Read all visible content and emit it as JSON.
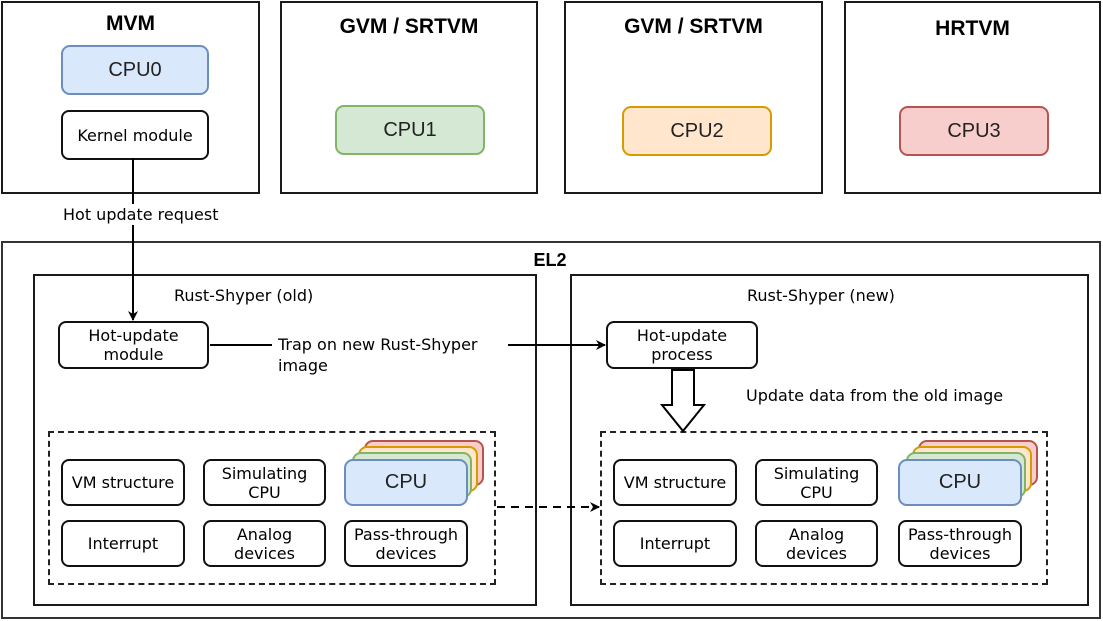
{
  "vms": [
    {
      "title": "MVM",
      "cpu": "CPU0",
      "cpu_fill": "#dae8fc",
      "cpu_stroke": "#6c8ebf",
      "module": "Kernel module"
    },
    {
      "title": "GVM / SRTVM",
      "cpu": "CPU1",
      "cpu_fill": "#d5e8d4",
      "cpu_stroke": "#82b366"
    },
    {
      "title": "GVM / SRTVM",
      "cpu": "CPU2",
      "cpu_fill": "#ffe6cc",
      "cpu_stroke": "#d79b00"
    },
    {
      "title": "HRTVM",
      "cpu": "CPU3",
      "cpu_fill": "#f8cecc",
      "cpu_stroke": "#b85450"
    }
  ],
  "edges": {
    "hot_update_request": "Hot update request",
    "trap_line1": "Trap on new Rust-Shyper",
    "trap_line2": "image",
    "update_data": "Update data from the old image"
  },
  "el2": {
    "title": "EL2",
    "old": {
      "title": "Rust-Shyper (old)",
      "hot_module_line1": "Hot-update",
      "hot_module_line2": "module",
      "components": {
        "vm_structure": "VM structure",
        "simulating_cpu_1": "Simulating",
        "simulating_cpu_2": "CPU",
        "cpu": "CPU",
        "interrupt": "Interrupt",
        "analog_1": "Analog",
        "analog_2": "devices",
        "passthrough_1": "Pass-through",
        "passthrough_2": "devices"
      }
    },
    "new": {
      "title": "Rust-Shyper (new)",
      "hot_process_line1": "Hot-update",
      "hot_process_line2": "process",
      "components": {
        "vm_structure": "VM structure",
        "simulating_cpu_1": "Simulating",
        "simulating_cpu_2": "CPU",
        "cpu": "CPU",
        "interrupt": "Interrupt",
        "analog_1": "Analog",
        "analog_2": "devices",
        "passthrough_1": "Pass-through",
        "passthrough_2": "devices"
      }
    }
  },
  "stack_colors": {
    "red": {
      "fill": "#f8cecc",
      "stroke": "#b85450"
    },
    "orange": {
      "fill": "#ffe6cc",
      "stroke": "#d79b00"
    },
    "green": {
      "fill": "#d5e8d4",
      "stroke": "#82b366"
    },
    "blue": {
      "fill": "#dae8fc",
      "stroke": "#6c8ebf"
    }
  }
}
